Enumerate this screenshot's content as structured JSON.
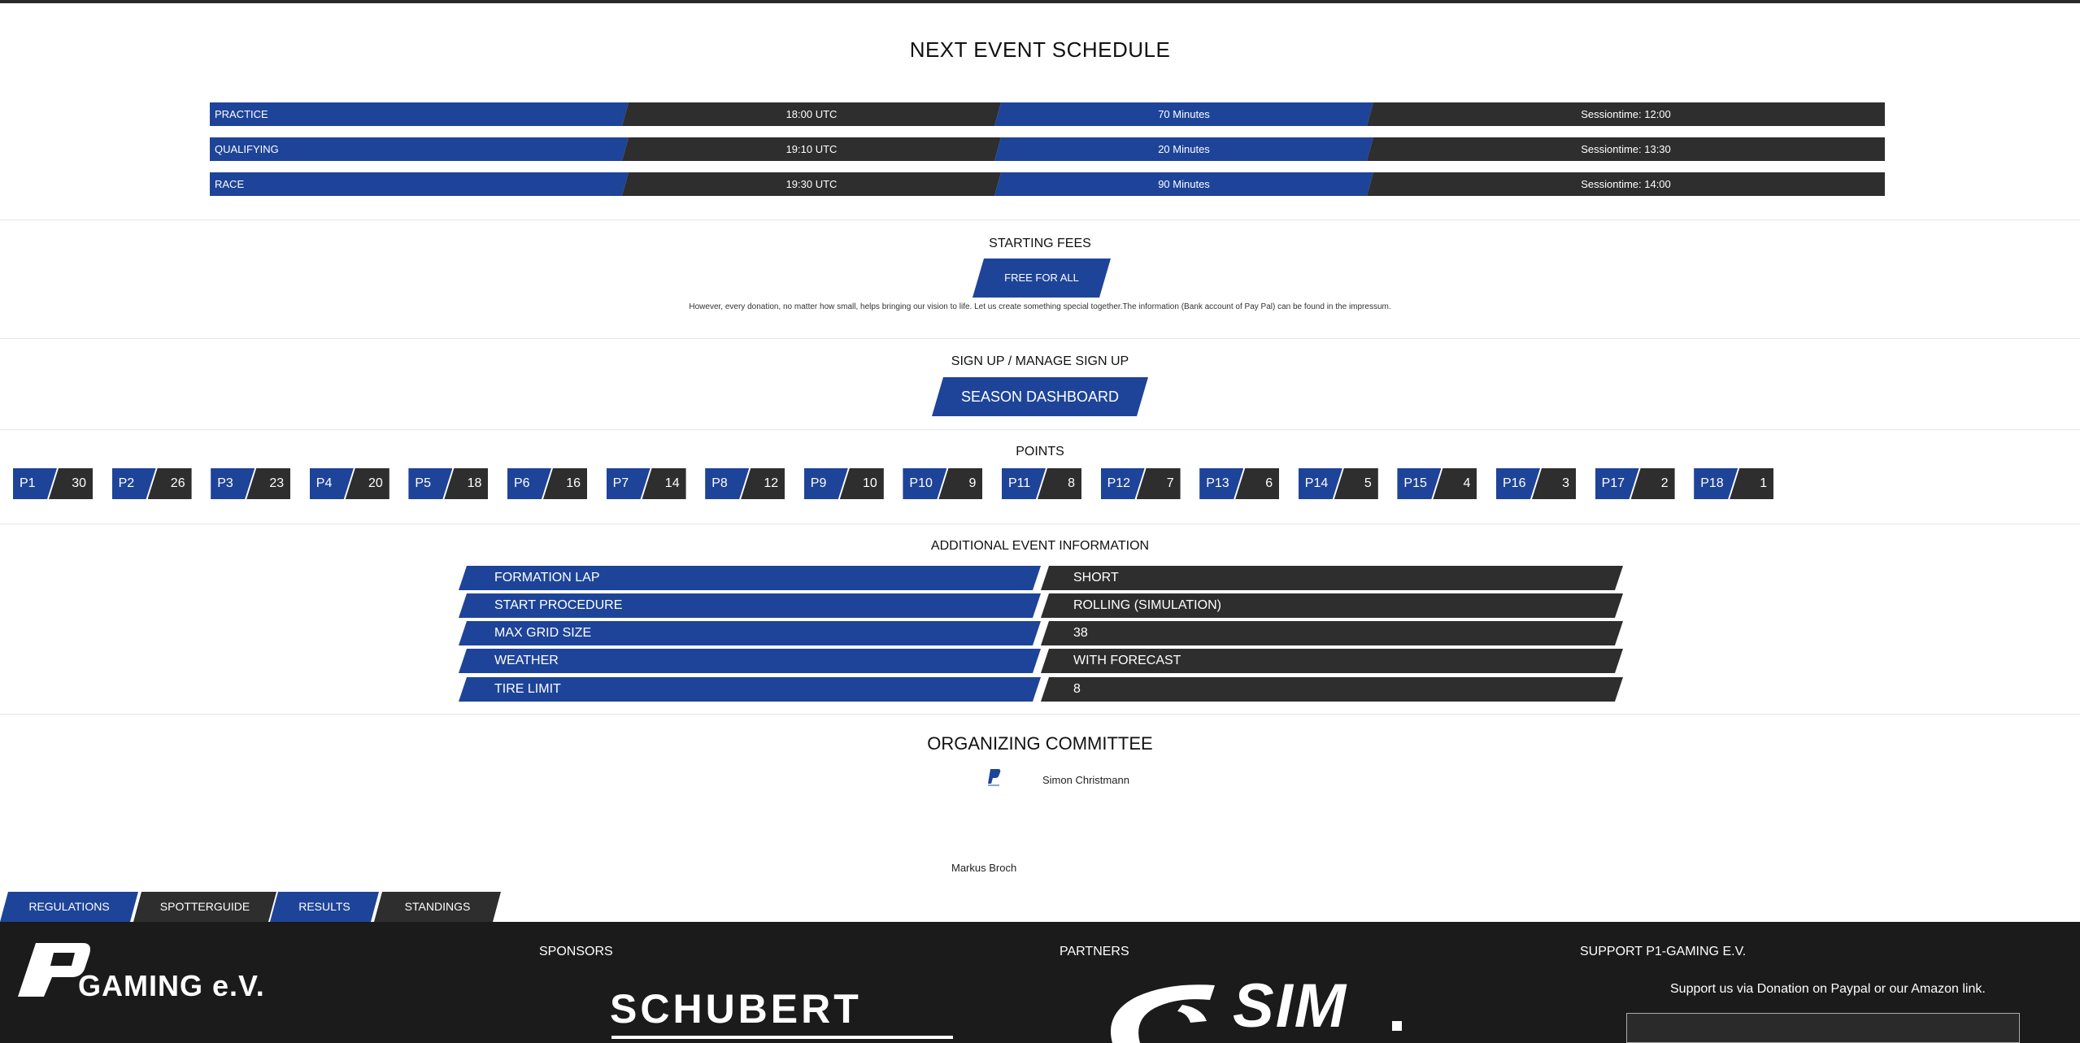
{
  "schedule": {
    "title": "NEXT EVENT SCHEDULE",
    "rows": [
      {
        "session": "PRACTICE",
        "time": "18:00 UTC",
        "duration": "70 Minutes",
        "sessiontime": "Sessiontime: 12:00"
      },
      {
        "session": "QUALIFYING",
        "time": "19:10 UTC",
        "duration": "20 Minutes",
        "sessiontime": "Sessiontime: 13:30"
      },
      {
        "session": "RACE",
        "time": "19:30 UTC",
        "duration": "90 Minutes",
        "sessiontime": "Sessiontime: 14:00"
      }
    ]
  },
  "fees": {
    "title": "STARTING FEES",
    "button": "FREE FOR ALL",
    "note": "However, every donation, no matter how small, helps bringing our vision to life. Let us create something special together.The information (Bank account of Pay Pal) can be found in the impressum."
  },
  "signup": {
    "title": "SIGN UP / MANAGE SIGN UP",
    "button": "SEASON DASHBOARD"
  },
  "points": {
    "title": "POINTS",
    "items": [
      {
        "pos": "P1",
        "pts": "30"
      },
      {
        "pos": "P2",
        "pts": "26"
      },
      {
        "pos": "P3",
        "pts": "23"
      },
      {
        "pos": "P4",
        "pts": "20"
      },
      {
        "pos": "P5",
        "pts": "18"
      },
      {
        "pos": "P6",
        "pts": "16"
      },
      {
        "pos": "P7",
        "pts": "14"
      },
      {
        "pos": "P8",
        "pts": "12"
      },
      {
        "pos": "P9",
        "pts": "10"
      },
      {
        "pos": "P10",
        "pts": "9"
      },
      {
        "pos": "P11",
        "pts": "8"
      },
      {
        "pos": "P12",
        "pts": "7"
      },
      {
        "pos": "P13",
        "pts": "6"
      },
      {
        "pos": "P14",
        "pts": "5"
      },
      {
        "pos": "P15",
        "pts": "4"
      },
      {
        "pos": "P16",
        "pts": "3"
      },
      {
        "pos": "P17",
        "pts": "2"
      },
      {
        "pos": "P18",
        "pts": "1"
      }
    ]
  },
  "info": {
    "title": "ADDITIONAL EVENT INFORMATION",
    "rows": [
      {
        "label": "FORMATION LAP",
        "value": "SHORT"
      },
      {
        "label": "START PROCEDURE",
        "value": "ROLLING (SIMULATION)"
      },
      {
        "label": "MAX GRID SIZE",
        "value": "38"
      },
      {
        "label": "WEATHER",
        "value": "WITH FORECAST"
      },
      {
        "label": "TIRE LIMIT",
        "value": "8"
      }
    ]
  },
  "committee": {
    "title": "ORGANIZING COMMITTEE",
    "members": [
      "Simon Christmann",
      "Markus Broch"
    ]
  },
  "tabs": [
    "REGULATIONS",
    "SPOTTERGUIDE",
    "RESULTS",
    "STANDINGS"
  ],
  "footer": {
    "logo_text": "GAMING e.V.",
    "sponsors_title": "SPONSORS",
    "sponsor_logo": "SCHUBERT",
    "partners_title": "PARTNERS",
    "partner_logo": "SIM",
    "support_title": "SUPPORT P1-GAMING E.V.",
    "support_text": "Support us via Donation on Paypal or our Amazon link."
  },
  "colors": {
    "blue": "#1e4499",
    "dark": "#2e2e2e",
    "footer": "#1b1b1b"
  }
}
